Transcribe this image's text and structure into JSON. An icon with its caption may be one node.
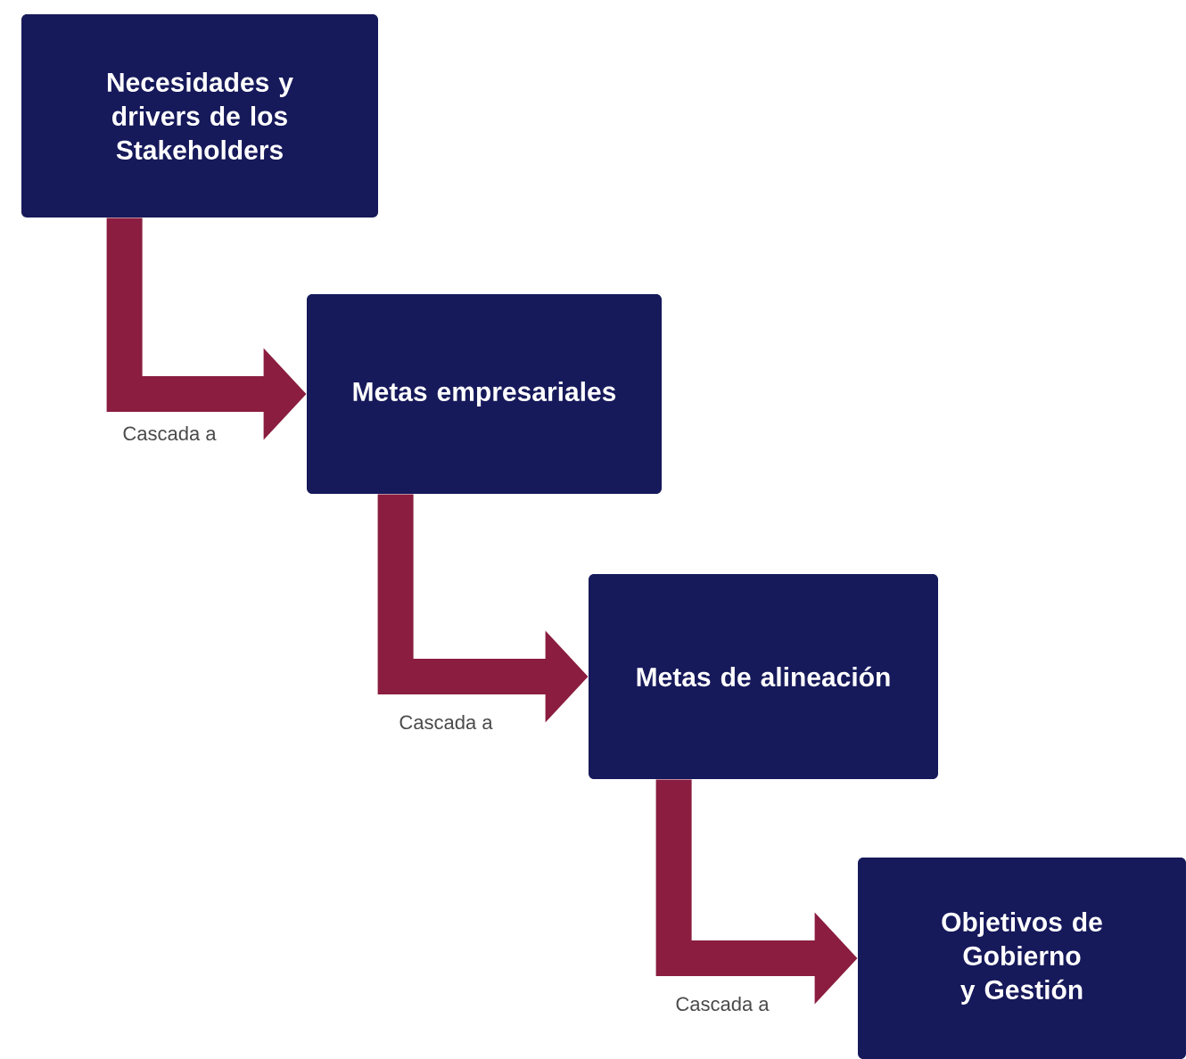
{
  "diagram": {
    "nodes": [
      {
        "text": [
          "Necesidades y drivers de los Stakeholders"
        ]
      },
      {
        "text": [
          "Metas empresariales"
        ]
      },
      {
        "text": [
          "Metas de alineación"
        ]
      },
      {
        "text": [
          "Objetivos de Gobierno y Gestión"
        ]
      }
    ],
    "edges": [
      {
        "from": 0,
        "to": 1,
        "arrow": "to",
        "label": "Cascada a"
      },
      {
        "from": 1,
        "to": 2,
        "arrow": "to",
        "label": "Cascada a"
      },
      {
        "from": 2,
        "to": 3,
        "arrow": "to",
        "label": "Cascada a"
      }
    ]
  }
}
